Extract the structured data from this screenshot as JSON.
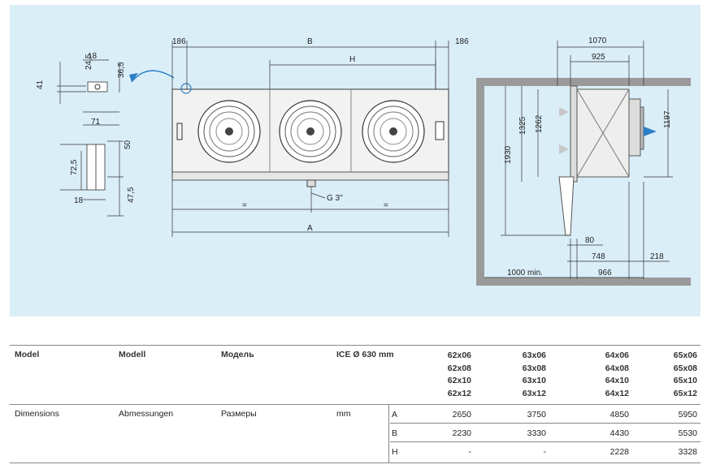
{
  "drawing": {
    "end_view": {
      "dims": [
        "24,5",
        "18",
        "36,5",
        "41",
        "71"
      ],
      "leg_dims": [
        "50",
        "72,5",
        "18",
        "47,5"
      ]
    },
    "front_view": {
      "dim_left": "186",
      "dim_b": "B",
      "dim_right": "186",
      "dim_h": "H",
      "connection": "G 3\"",
      "equal_left": "=",
      "equal_right": "=",
      "dim_a": "A"
    },
    "side_view": {
      "dim_1070": "1070",
      "dim_925": "925",
      "dim_1930": "1930",
      "dim_1325": "1325",
      "dim_1262": "1262",
      "dim_1197": "1197",
      "dim_80": "80",
      "dim_748": "748",
      "dim_218": "218",
      "dim_1000": "1000 min.",
      "dim_966": "966"
    }
  },
  "table": {
    "header": {
      "model_en": "Model",
      "model_de": "Modell",
      "model_ru": "Модель",
      "fan": "ICE Ø 630 mm",
      "columns": [
        [
          "62x06",
          "62x08",
          "62x10",
          "62x12"
        ],
        [
          "63x06",
          "63x08",
          "63x10",
          "63x12"
        ],
        [
          "64x06",
          "64x08",
          "64x10",
          "64x12"
        ],
        [
          "65x06",
          "65x08",
          "65x10",
          "65x12"
        ]
      ]
    },
    "dimensions": {
      "label_en": "Dimensions",
      "label_de": "Abmessungen",
      "label_ru": "Размеры",
      "unit": "mm",
      "rows": [
        {
          "key": "A",
          "values": [
            "2650",
            "3750",
            "4850",
            "5950"
          ]
        },
        {
          "key": "B",
          "values": [
            "2230",
            "3330",
            "4430",
            "5530"
          ]
        },
        {
          "key": "H",
          "values": [
            "-",
            "-",
            "2228",
            "3328"
          ]
        }
      ]
    }
  }
}
